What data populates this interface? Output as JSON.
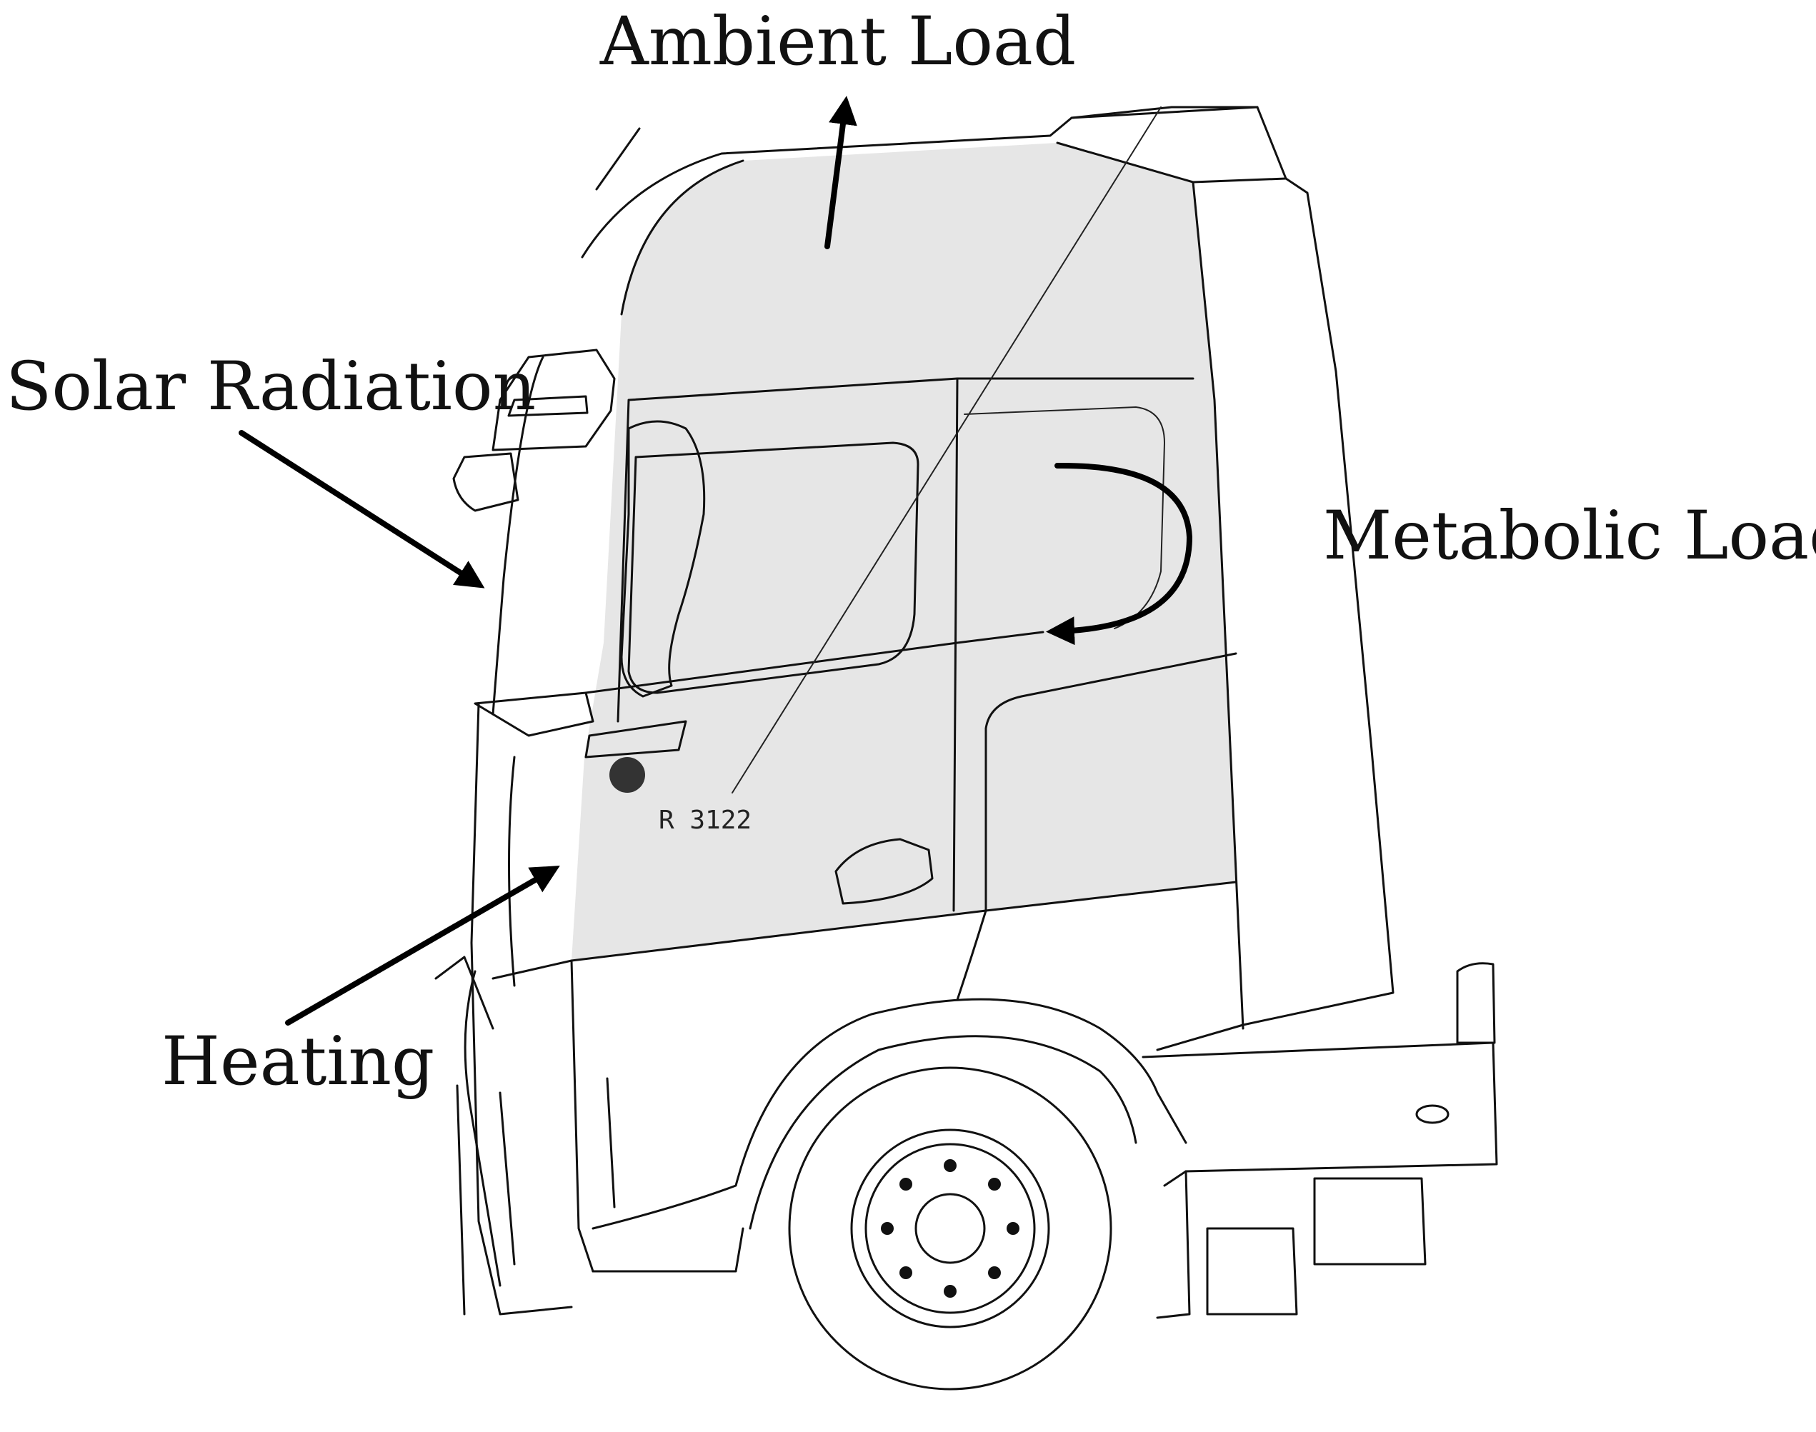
{
  "labels": {
    "ambient_load": "Ambient Load",
    "solar_radiation": "Solar Radiation",
    "metabolic_load": "Metabolic Load",
    "heating": "Heating",
    "door_code": "R 3122"
  },
  "colors": {
    "cabin_fill": "#e6e6e6",
    "line": "#111111",
    "background": "#ffffff"
  }
}
